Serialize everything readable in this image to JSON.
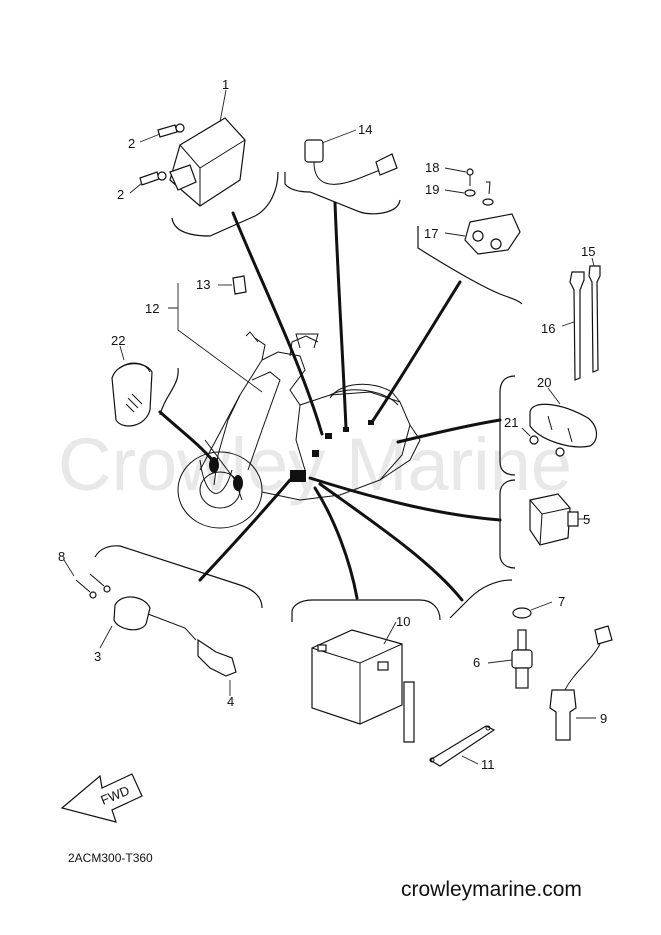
{
  "watermark": "Crowley Marine",
  "diagram_code": "2ACM300-T360",
  "site_url": "crowleymarine.com",
  "fwd_label": "FWD",
  "part_numbers": {
    "p1": "1",
    "p2a": "2",
    "p2b": "2",
    "p3": "3",
    "p4": "4",
    "p5": "5",
    "p6": "6",
    "p7": "7",
    "p8": "8",
    "p9": "9",
    "p10": "10",
    "p11": "11",
    "p12": "12",
    "p13": "13",
    "p14": "14",
    "p15": "15",
    "p16": "16",
    "p17": "17",
    "p18": "18",
    "p19": "19",
    "p20": "20",
    "p21": "21",
    "p22": "22"
  }
}
